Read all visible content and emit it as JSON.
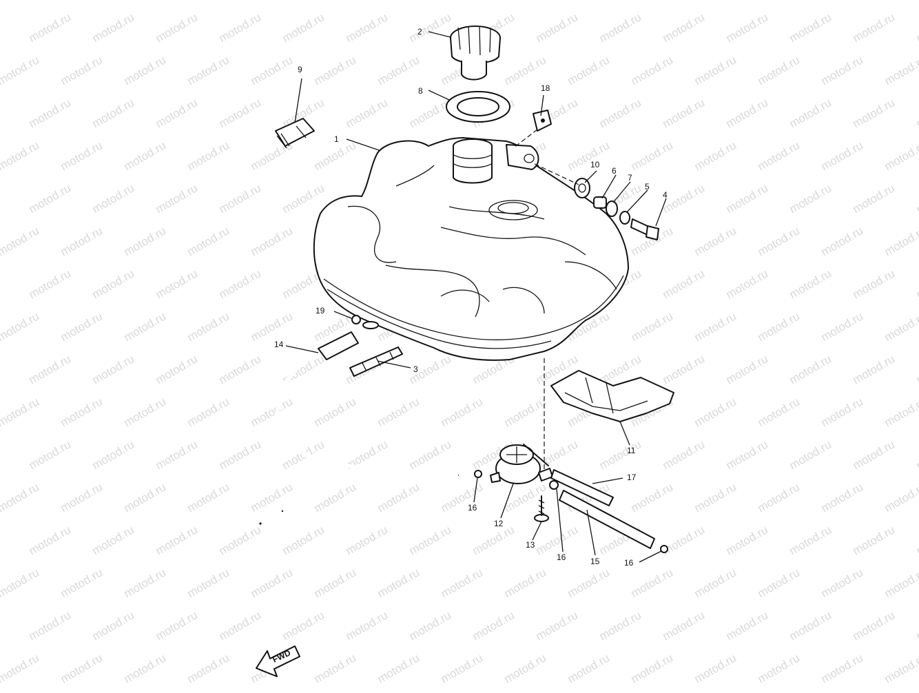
{
  "diagram": {
    "watermark": "motod.ru",
    "fwd_label": "FWD",
    "callouts": [
      "1",
      "2",
      "3",
      "4",
      "5",
      "6",
      "7",
      "8",
      "9",
      "10",
      "11",
      "12",
      "13",
      "14",
      "15",
      "16",
      "16",
      "16",
      "17",
      "18",
      "19"
    ]
  }
}
